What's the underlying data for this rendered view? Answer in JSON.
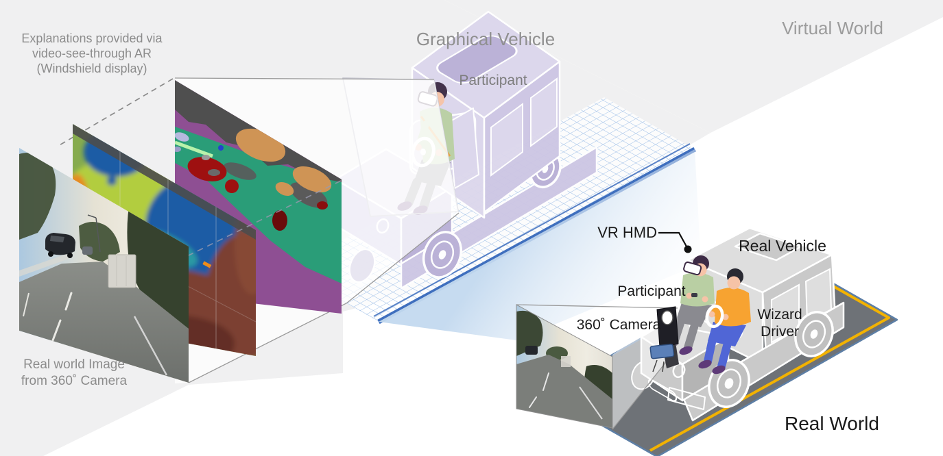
{
  "header": {
    "virtual_world": "Virtual World",
    "real_world": "Real World"
  },
  "annotations": {
    "explanations": {
      "line1": "Explanations provided via",
      "line2": "video-see-through AR",
      "line3": "(Windshield display)"
    },
    "graphical_vehicle": "Graphical Vehicle",
    "participant_virtual": "Participant",
    "real_world_image": {
      "line1": "Real world Image",
      "line2": "from 360˚ Camera"
    },
    "vr_hmd": "VR HMD",
    "real_vehicle": "Real Vehicle",
    "participant_real": "Participant",
    "camera_360": "360˚ Camera",
    "wizard_driver": {
      "line1": "Wizard",
      "line2": "Driver"
    }
  },
  "panels": {
    "segmentation": "semantic-segmentation-map",
    "depth": "depth-map",
    "photo": "real-world-camera-image",
    "small_photo": "360-camera-image"
  },
  "colors": {
    "background_gray": "#f0f0f1",
    "lavender_light": "#dcd7ec",
    "lavender_mid": "#cdc6e4",
    "lavender_dark": "#b9b0d6",
    "vehicle_gray_light": "#dedede",
    "vehicle_gray_mid": "#c9c9c9",
    "vehicle_gray_dark": "#b4b4b4",
    "road_gray": "#6e7277",
    "road_yellow": "#f2b201",
    "road_edge_blue": "#5d7fa6",
    "grid_blue": "#9fc0e8",
    "grid_stripe_blue": "#3f6fbe",
    "view_cone_blue": "#c3d9ef",
    "shirt_green": "#b9cfa3",
    "shirt_orange": "#f7a331",
    "jeans_blue": "#5066d6",
    "pants_gray": "#8a8a90",
    "skin": "#f6c3a7",
    "hair_purple": "#3d2b45",
    "shoe_purple": "#5e3a78",
    "seg_purple": "#8e4f93",
    "seg_teal": "#2a9d78",
    "seg_tan": "#cf9455",
    "seg_red": "#9e1010",
    "seg_sky_gray": "#4f4f4f",
    "depth_blue": "#1d5ba5",
    "depth_green": "#86ab4e",
    "depth_brown": "#7c4031",
    "depth_orange": "#e8871e",
    "label_gray": "#8c8c8c",
    "label_black": "#1a1a1a"
  }
}
